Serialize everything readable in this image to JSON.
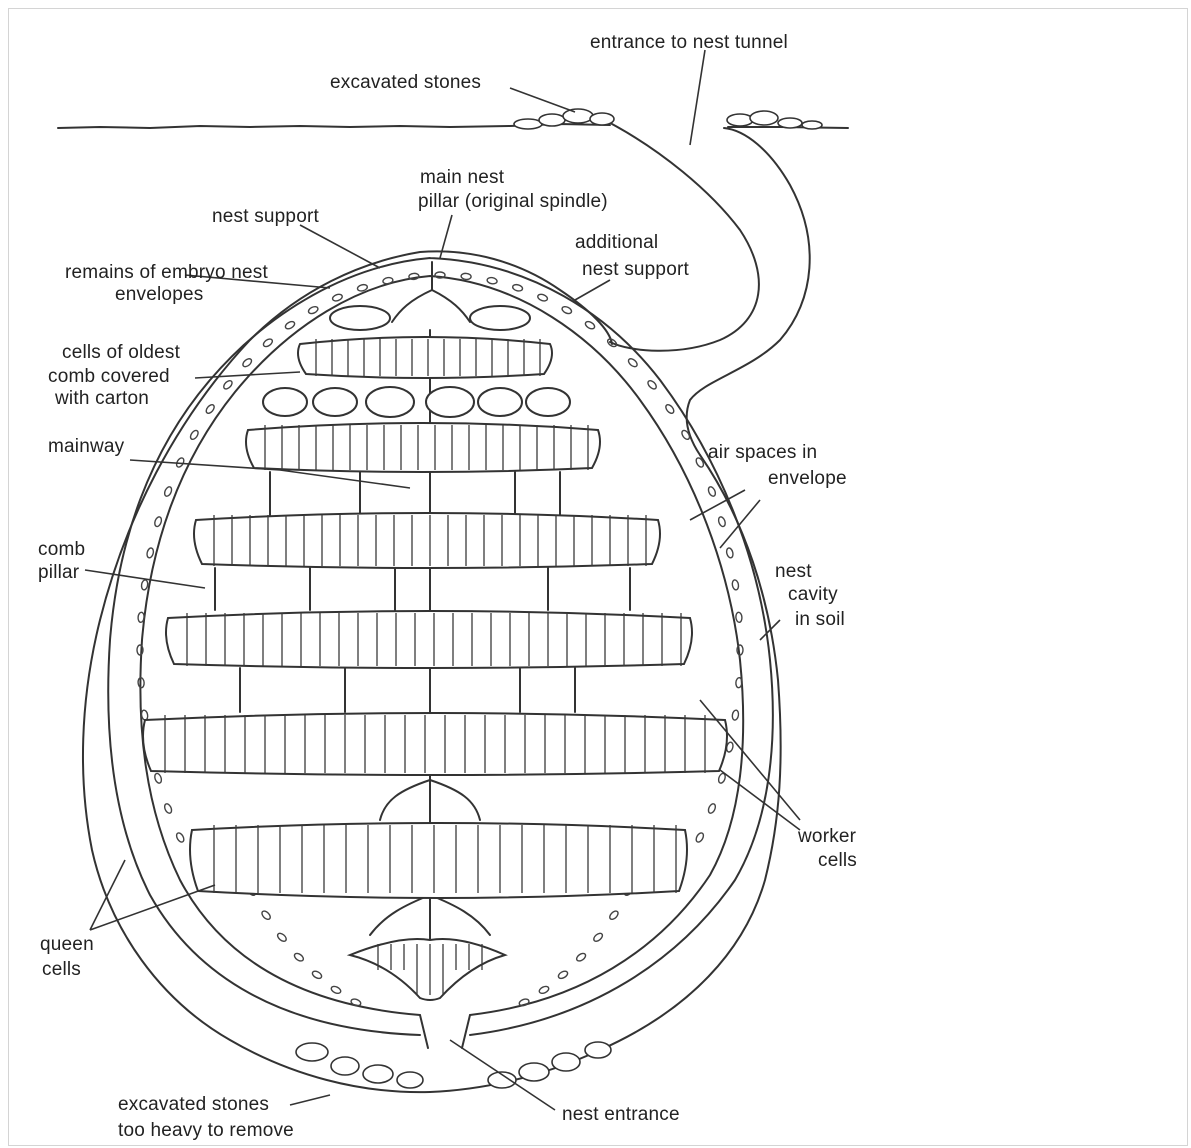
{
  "labels": {
    "entrance_tunnel": "entrance to nest tunnel",
    "excavated_stones_top": "excavated stones",
    "main_nest_pillar_1": "main nest",
    "main_nest_pillar_2": "pillar (original spindle)",
    "nest_support": "nest support",
    "additional_support_1": "additional",
    "additional_support_2": "nest support",
    "embryo_envelopes_1": "remains of embryo nest",
    "embryo_envelopes_2": "envelopes",
    "cells_carton_1": "cells of oldest",
    "cells_carton_2": "comb covered",
    "cells_carton_3": "with carton",
    "mainway": "mainway",
    "air_spaces_1": "air spaces in",
    "air_spaces_2": "envelope",
    "comb_pillar_1": "comb",
    "comb_pillar_2": "pillar",
    "nest_cavity_1": "nest",
    "nest_cavity_2": "cavity",
    "nest_cavity_3": "in soil",
    "worker_cells_1": "worker",
    "worker_cells_2": "cells",
    "queen_cells_1": "queen",
    "queen_cells_2": "cells",
    "excavated_stones_bottom_1": "excavated stones",
    "excavated_stones_bottom_2": "too heavy to remove",
    "nest_entrance": "nest entrance"
  }
}
